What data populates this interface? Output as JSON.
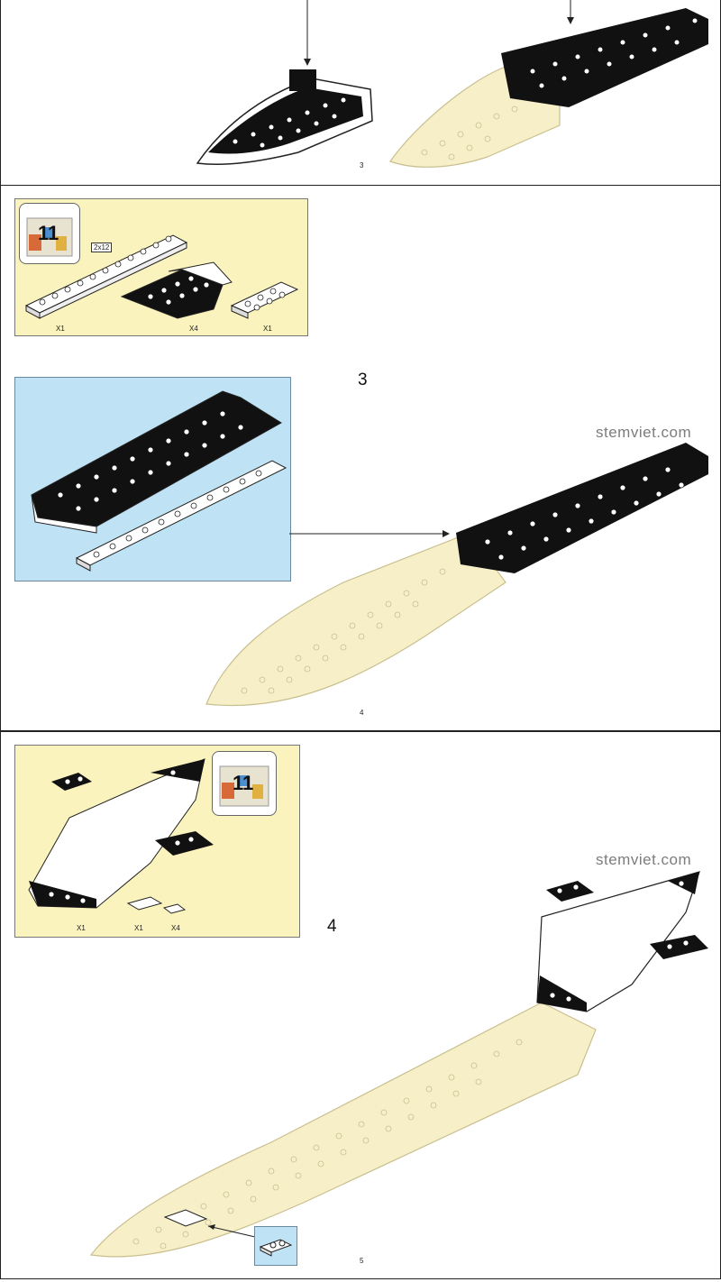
{
  "panels": [
    {
      "page_number": "3"
    },
    {
      "parts": {
        "bag_number": "11",
        "plate_size": "2x12",
        "qty1": "X1",
        "qty2": "X4",
        "qty3": "X1"
      },
      "step_number": "3",
      "watermark": "stemviet.com",
      "page_number": "4"
    },
    {
      "parts": {
        "bag_number": "11",
        "qty1": "X1",
        "qty2": "X1",
        "qty3": "X4"
      },
      "step_number": "4",
      "watermark": "stemviet.com",
      "page_number": "5"
    }
  ],
  "colors": {
    "parts_box": "#fbf3bd",
    "subassembly_box": "#bfe2f5",
    "ghost_hull": "#f7efc8",
    "brick": "#111111"
  }
}
